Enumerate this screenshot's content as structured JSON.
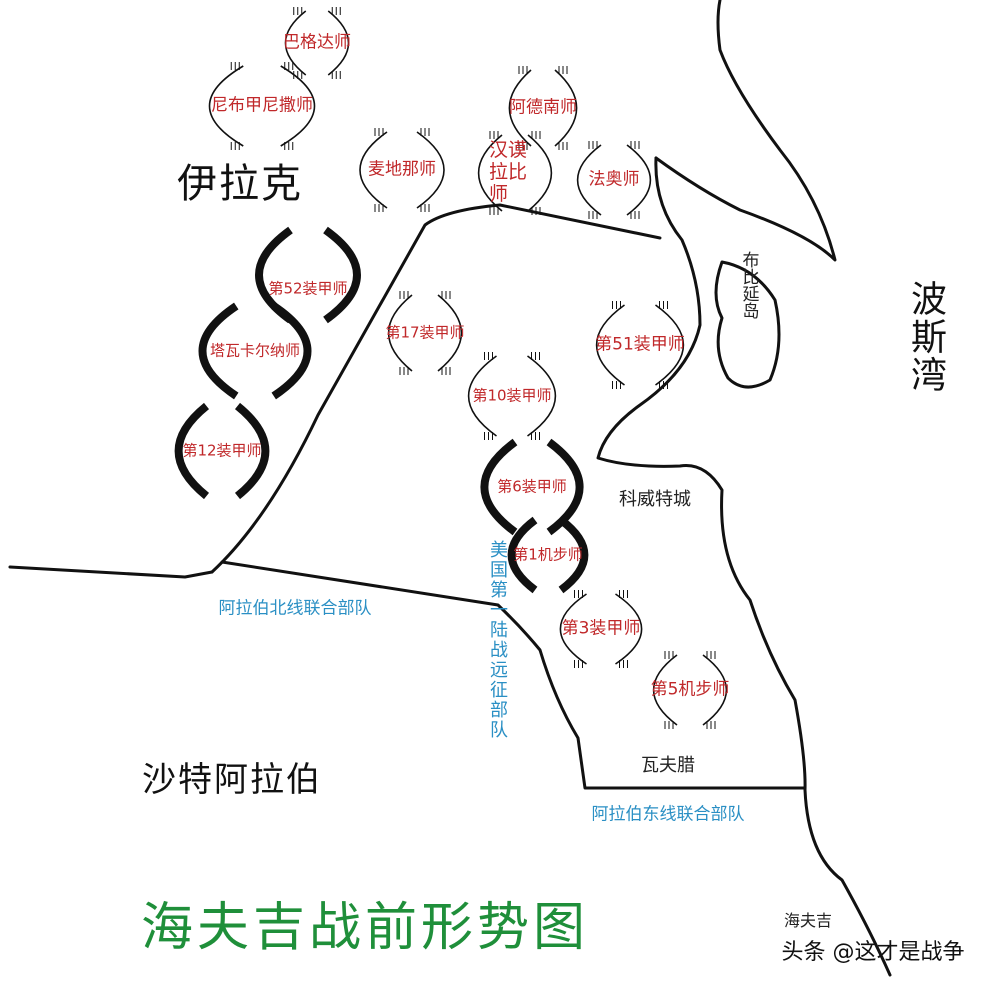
{
  "title": "海夫吉战前形势图",
  "watermark": "头条 @这才是战争",
  "regions": {
    "iraq": "伊拉克",
    "saudi": "沙特阿拉伯",
    "gulf": "波斯湾",
    "bubiyan": "布比延岛"
  },
  "places": {
    "kuwait_city": "科威特城",
    "wafra": "瓦夫腊",
    "khafji": "海夫吉"
  },
  "iraqi_units": [
    "巴格达师",
    "尼布甲尼撒师",
    "阿德南师",
    "麦地那师",
    "汉谟拉比师",
    "法奥师",
    "第52装甲师",
    "塔瓦卡尔纳师",
    "第12装甲师",
    "第17装甲师",
    "第51装甲师",
    "第10装甲师",
    "第6装甲师",
    "第1机步师",
    "第3装甲师",
    "第5机步师"
  ],
  "coalition": {
    "north": "阿拉伯北线联合部队",
    "east": "阿拉伯东线联合部队",
    "usmc": "美国第一陆战远征部队"
  },
  "colors": {
    "unit_text": "#c0282a",
    "coalition_text": "#2a8fc4",
    "title_text": "#1f8f3a",
    "lines": "#111111"
  }
}
